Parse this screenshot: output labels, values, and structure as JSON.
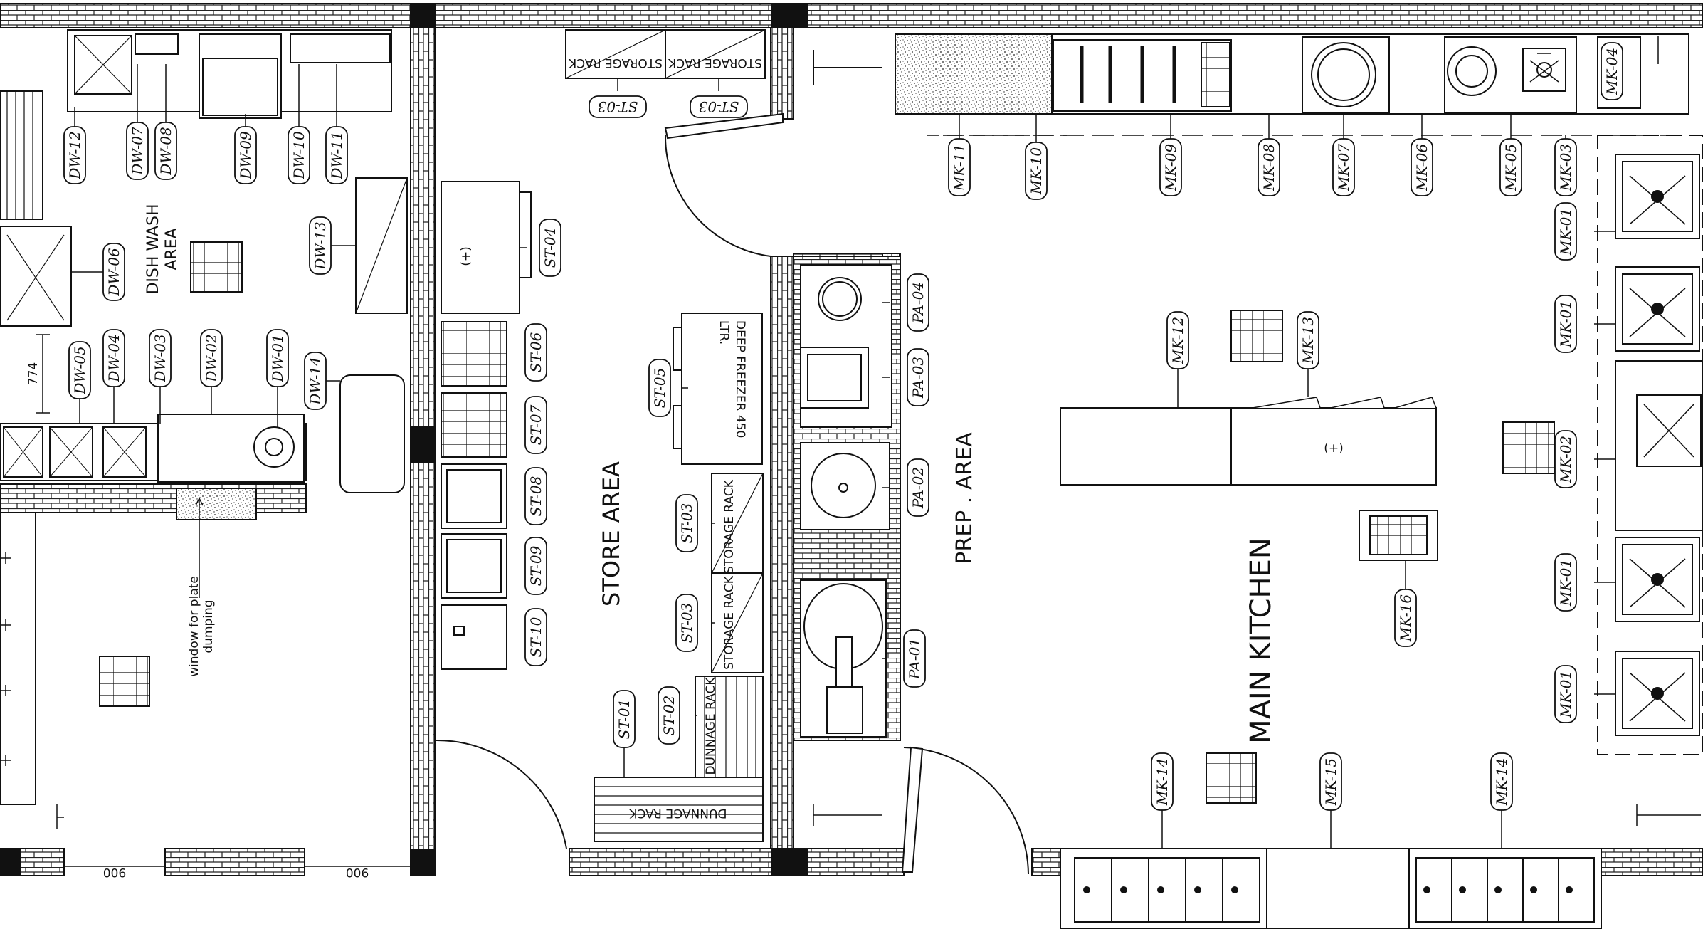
{
  "areas": {
    "dish_wash": [
      "DISH WASH",
      "AREA"
    ],
    "store": "STORE AREA",
    "prep": "PREP . AREA",
    "main_kitchen": "MAIN KITCHEN"
  },
  "labels": {
    "deep_freezer": [
      "DEEP FREEZER 450",
      "LTR."
    ],
    "storage_rack": "STORAGE RACK",
    "dunnage_rack": "DUNNAGE RACK",
    "window_note": [
      "window for plate",
      "dumping"
    ],
    "dim_774": "774",
    "dim_900": "900",
    "cross_marker": "(+)"
  },
  "tags": {
    "dw": [
      "DW-01",
      "DW-02",
      "DW-03",
      "DW-04",
      "DW-05",
      "DW-06",
      "DW-07",
      "DW-08",
      "DW-09",
      "DW-10",
      "DW-11",
      "DW-12",
      "DW-13",
      "DW-14"
    ],
    "st": [
      "ST-01",
      "ST-02",
      "ST-03",
      "ST-04",
      "ST-05",
      "ST-06",
      "ST-07",
      "ST-08",
      "ST-09",
      "ST-10"
    ],
    "pa": [
      "PA-01",
      "PA-02",
      "PA-03",
      "PA-04"
    ],
    "mk": [
      "MK-01",
      "MK-02",
      "MK-03",
      "MK-04",
      "MK-05",
      "MK-06",
      "MK-07",
      "MK-08",
      "MK-09",
      "MK-10",
      "MK-11",
      "MK-12",
      "MK-13",
      "MK-14",
      "MK-15",
      "MK-16"
    ]
  }
}
